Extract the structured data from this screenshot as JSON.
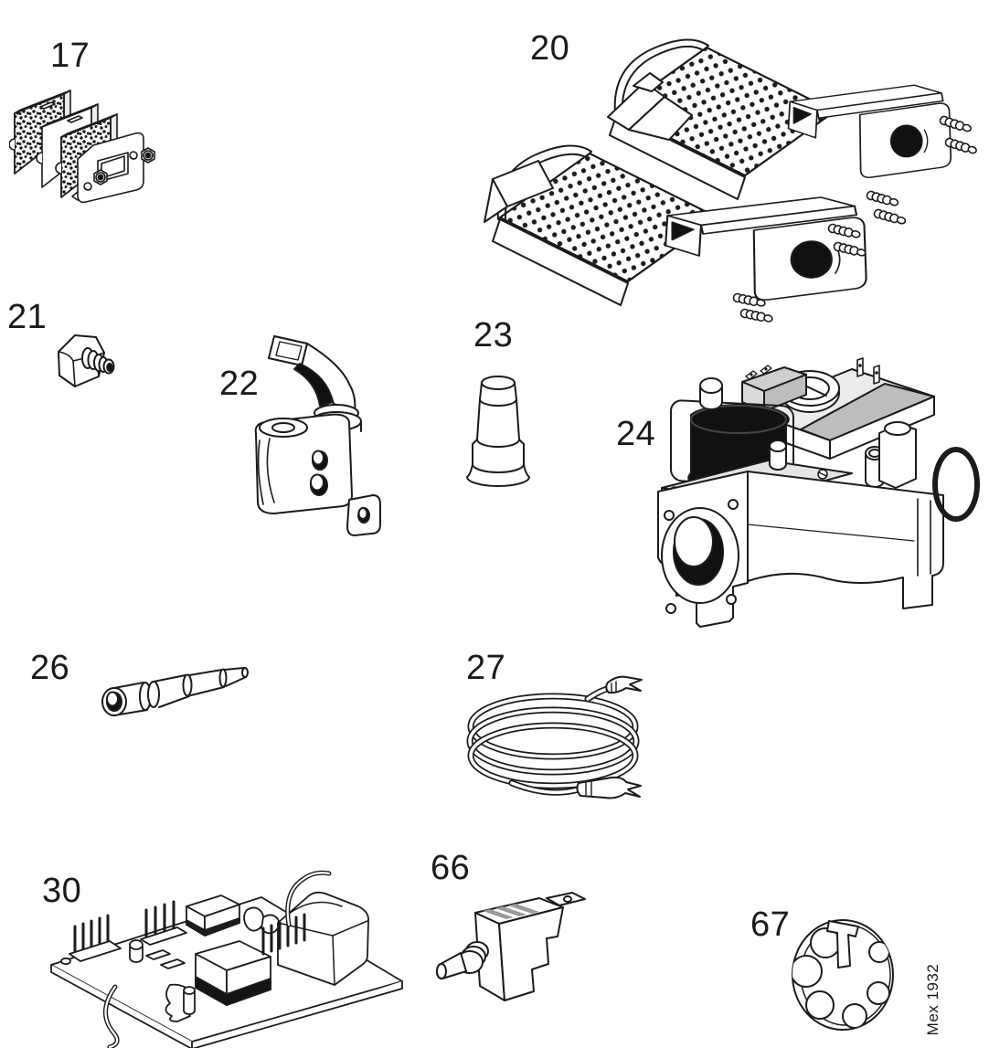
{
  "page": {
    "background": "#ffffff",
    "ink": "#1b1b1b"
  },
  "watermark": {
    "text": "Mex 1932"
  },
  "parts": {
    "p17": {
      "label": "17"
    },
    "p20": {
      "label": "20"
    },
    "p21": {
      "label": "21"
    },
    "p22": {
      "label": "22"
    },
    "p23": {
      "label": "23"
    },
    "p24": {
      "label": "24"
    },
    "p26": {
      "label": "26"
    },
    "p27": {
      "label": "27"
    },
    "p30": {
      "label": "30"
    },
    "p66": {
      "label": "66"
    },
    "p67": {
      "label": "67"
    }
  }
}
